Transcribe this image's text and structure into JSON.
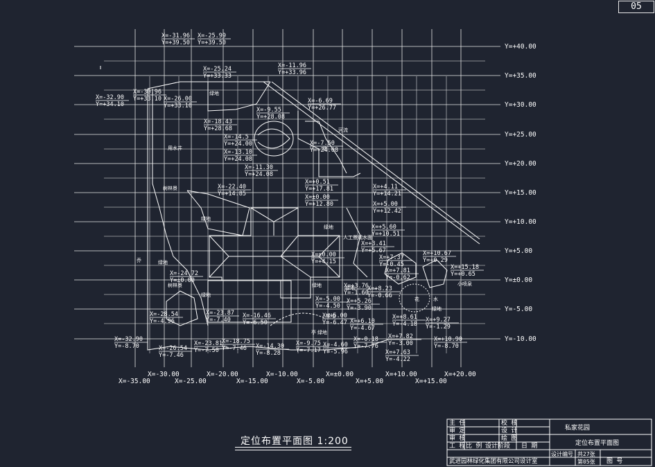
{
  "sheet_number": "05",
  "drawing_title": "定位布置平面图  1:200",
  "grid": {
    "x_labels": [
      "X=-35.00",
      "X=-30.00",
      "X=-25.00",
      "X=-20.00",
      "X=-15.00",
      "X=-10.00",
      "X=-5.00",
      "X=±0.00",
      "X=+5.00",
      "X=+10.00",
      "X=+15.00",
      "X=+20.00"
    ],
    "y_labels": [
      "Y=+40.00",
      "Y=+35.00",
      "Y=+30.00",
      "Y=+25.00",
      "Y=+20.00",
      "Y=+15.00",
      "Y=+10.00",
      "Y=+5.00",
      "Y=±0.00",
      "Y=-5.00",
      "Y=-10.00"
    ]
  },
  "coordinate_labels": [
    [
      "X=-31.96",
      "Y=+39.50"
    ],
    [
      "X=-25.99",
      "Y=+39.50"
    ],
    [
      "X=-25.24",
      "Y=+33.33"
    ],
    [
      "X=-11.96",
      "Y=+33.96"
    ],
    [
      "X=-32.90",
      "Y=+34.10"
    ],
    [
      "X=-30.96",
      "Y=+33.10"
    ],
    [
      "X=-26.00",
      "Y=+33.10"
    ],
    [
      "X=-6.69",
      "Y=+26.77"
    ],
    [
      "X=-9.55",
      "Y=+28.08"
    ],
    [
      "X=-18.43",
      "Y=+28.68"
    ],
    [
      "X=-14.5",
      "Y=+24.00"
    ],
    [
      "X=-7.50",
      "Y=+24.08"
    ],
    [
      "X=-13.10",
      "Y=+24.08"
    ],
    [
      "X=-11.30",
      "Y=+24.08"
    ],
    [
      "X=+0.51",
      "Y=+17.81"
    ],
    [
      "X=-22.40",
      "Y=+14.85"
    ],
    [
      "X=±0.00",
      "Y=+12.80"
    ],
    [
      "X=+4.11",
      "Y=+14.21"
    ],
    [
      "X=+5.00",
      "Y=+12.42"
    ],
    [
      "X=+5.60",
      "Y=+10.51"
    ],
    [
      "X=+3.41",
      "Y=+5.67"
    ],
    [
      "X=±0.00",
      "Y=+4.15"
    ],
    [
      "X=+7.37",
      "Y=-0.45"
    ],
    [
      "X=+10.67",
      "Y=+0.29"
    ],
    [
      "X=+7.81",
      "Y=-0.62"
    ],
    [
      "X=+15.18",
      "Y=+0.65"
    ],
    [
      "X=-24.72",
      "Y=±0.00"
    ],
    [
      "X=+3.76",
      "Y=-1.60"
    ],
    [
      "X=+8.23",
      "Y=-0.66"
    ],
    [
      "X=-5.00",
      "Y=-4.50"
    ],
    [
      "X=+5.26",
      "Y=-3.90"
    ],
    [
      "X=-28.54",
      "Y=-4.96"
    ],
    [
      "X=-23.87",
      "Y=-7.40"
    ],
    [
      "X=-16.46",
      "Y=-6.50"
    ],
    [
      "X=-5.00",
      "Y=-6.47"
    ],
    [
      "X=+6.10",
      "Y=-4.67"
    ],
    [
      "X=+8.61",
      "Y=-4.18"
    ],
    [
      "X=+9.27",
      "Y=-1.29"
    ],
    [
      "X=-32.90",
      "Y=-8.70"
    ],
    [
      "X=-26.54",
      "Y=-7.46"
    ],
    [
      "X=-23.81",
      "Y=-7.50"
    ],
    [
      "X=-18.75",
      "Y=-7.46"
    ],
    [
      "X=-14.30",
      "Y=-8.28"
    ],
    [
      "X=-9.75",
      "Y=-7.17"
    ],
    [
      "X=-4.60",
      "Y=-5.96"
    ],
    [
      "X=-0.18",
      "Y=-7.76"
    ],
    [
      "X=+7.82",
      "Y=-3.00"
    ],
    [
      "X=+10.90",
      "Y=-8.70"
    ],
    [
      "X=+7.63",
      "Y=-4.22"
    ]
  ],
  "feature_labels": [
    "绿地",
    "河流",
    "花",
    "用水井",
    "树林景",
    "绿地",
    "绿地",
    "绿地",
    "乔",
    "绿地",
    "人工景观水面",
    "树林景",
    "小喷泉",
    "花",
    "水",
    "绿地",
    "绿地",
    "绿地",
    "绿地",
    "亭",
    "绿地"
  ],
  "title_block": {
    "project_name": "私家花园",
    "drawing_name": "定位布置平面图",
    "rows": [
      [
        "主 任",
        "校 核"
      ],
      [
        "审 定",
        "设 计"
      ],
      [
        "审 核",
        "绘 图"
      ],
      [
        "工 程",
        "比 例",
        "设计阶段",
        "日 期"
      ]
    ],
    "design_no": "设计编号",
    "sheet_total": "共27张",
    "sheet_this": "第05张",
    "drawing_no_label": "图 号",
    "company": "武进园林绿化集团有限公司设计室"
  },
  "colors": {
    "background": "#1f2430",
    "line": "#ffffff"
  }
}
